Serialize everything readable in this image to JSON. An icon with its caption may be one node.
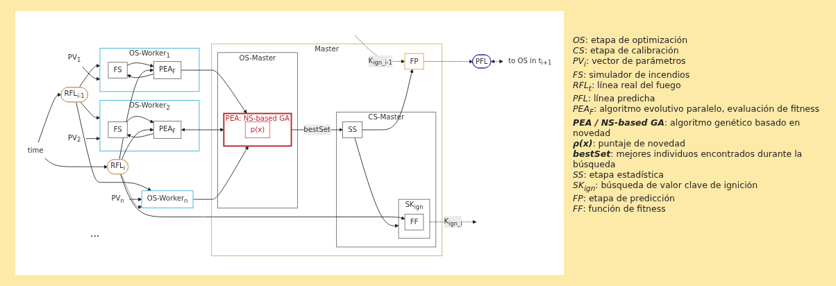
{
  "diagram": {
    "nodes": [
      {
        "text": [
          "RFL$_{i-1}$"
        ]
      },
      {
        "text": [
          "RFL$_{i}$"
        ]
      },
      {
        "text": [
          "OS-Worker$_{1}$"
        ]
      },
      {
        "text": [
          "FS"
        ],
        "in": 2
      },
      {
        "text": [
          "PEA$_{F}$"
        ],
        "in": 2
      },
      {
        "text": [
          "PV$_{1}$"
        ]
      },
      {
        "text": [
          "OS-Worker$_{2}$"
        ]
      },
      {
        "text": [
          "FS"
        ],
        "in": 6
      },
      {
        "text": [
          "PEA$_{F}$"
        ],
        "in": 6
      },
      {
        "text": [
          "PV$_{2}$"
        ]
      },
      {
        "text": [
          "OS-Worker$_{n}$"
        ]
      },
      {
        "text": [
          "PV$_{n}$"
        ]
      },
      {
        "text": [
          "Master"
        ]
      },
      {
        "text": [
          "OS-Master"
        ],
        "in": 12
      },
      {
        "text": [
          "PEA: NS-based GA"
        ],
        "in": 13
      },
      {
        "text": [
          "p(x)"
        ],
        "in": 14
      },
      {
        "text": [
          "CS-Master"
        ],
        "in": 12
      },
      {
        "text": [
          "SS"
        ],
        "in": 16
      },
      {
        "text": [
          "SK$_{ign}$"
        ],
        "in": 16
      },
      {
        "text": [
          "FF"
        ],
        "in": 18
      },
      {
        "text": [
          "FP"
        ],
        "in": 12
      },
      {
        "text": [
          "PFL"
        ]
      },
      {
        "text": [
          "time"
        ]
      },
      {
        "text": [
          "to OS in t$_{i+1}$"
        ]
      }
    ],
    "edges": [
      {
        "from": 22,
        "to": 0,
        "arrow": "to"
      },
      {
        "from": 22,
        "to": 1,
        "arrow": "to"
      },
      {
        "from": 0,
        "to": 2,
        "arrow": "to"
      },
      {
        "from": 0,
        "to": 6,
        "arrow": "to"
      },
      {
        "from": 0,
        "to": 10,
        "arrow": "to"
      },
      {
        "from": 5,
        "to": 2,
        "arrow": "to"
      },
      {
        "from": 9,
        "to": 6,
        "arrow": "to"
      },
      {
        "from": 11,
        "to": 10,
        "arrow": "to"
      },
      {
        "from": 3,
        "to": 4,
        "arrow": "to"
      },
      {
        "from": 4,
        "to": 3,
        "arrow": "to"
      },
      {
        "from": 7,
        "to": 8,
        "arrow": "to"
      },
      {
        "from": 8,
        "to": 7,
        "arrow": "to"
      },
      {
        "from": 1,
        "to": 4,
        "arrow": "to"
      },
      {
        "from": 1,
        "to": 8,
        "arrow": "to"
      },
      {
        "from": 1,
        "to": 10,
        "arrow": "to",
        "style": "dashed"
      },
      {
        "from": 1,
        "to": 19,
        "arrow": "to"
      },
      {
        "from": 4,
        "to": 14,
        "arrow": "to"
      },
      {
        "from": 8,
        "to": 14,
        "arrow": "both"
      },
      {
        "from": 10,
        "to": 14,
        "arrow": "to"
      },
      {
        "from": 14,
        "to": 17,
        "label": "bestSet",
        "arrow": "to"
      },
      {
        "from": 17,
        "to": 18,
        "arrow": "to"
      },
      {
        "from": 17,
        "to": 20,
        "arrow": "to"
      },
      {
        "from": null,
        "to": 20,
        "label": "K$_{ign_i-1}$",
        "arrow": "to",
        "style": "dashed"
      },
      {
        "from": 18,
        "to": null,
        "label": "K$_{ign_i}$",
        "arrow": "to",
        "style": "dashed"
      },
      {
        "from": 20,
        "to": 21,
        "arrow": "to",
        "style": "dashed"
      },
      {
        "from": 21,
        "to": 23,
        "arrow": "both",
        "style": "dashed"
      }
    ],
    "labels": [
      "...",
      "*OS*: etapa de optimización",
      "*CS*: etapa de calibración",
      "*PV$_{i}$*: vector de parámetros",
      "*FS*: simulador de incendios",
      "*RFL$_{t}$*: línea real del fuego",
      "*PFL*: línea predicha",
      "*PEA$_{F}$*: algoritmo evolutivo paralelo, evaluación de fitness",
      "**PEA / NS-based GA**: algoritmo genético basado en novedad",
      "**ρ(x)**: puntaje de novedad",
      "**bestSet**: mejores individuos encontrados durante la búsqueda",
      "*SS*: etapa estadística",
      "*SK$_{ign}$*: búsqueda de valor clave de ignición",
      "*FP*: etapa de predicción",
      "*FF*: función de fitness"
    ]
  }
}
